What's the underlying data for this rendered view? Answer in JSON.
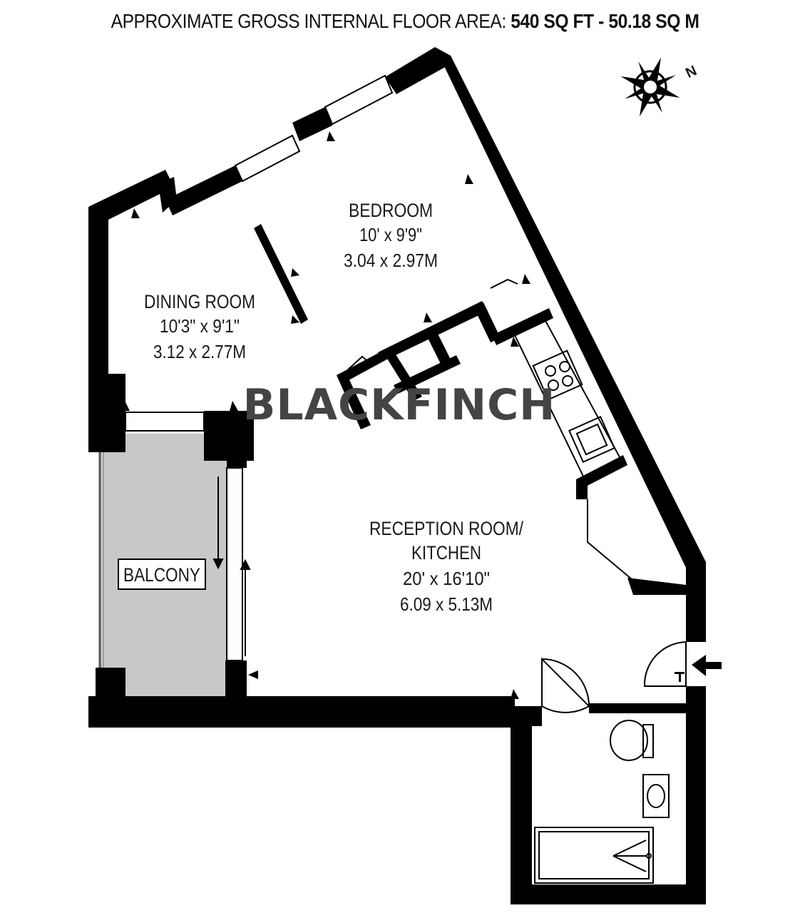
{
  "header": {
    "label": "APPROXIMATE GROSS INTERNAL FLOOR AREA:",
    "sqft": "540 SQ FT",
    "separator": "-",
    "sqm": "50.18 SQ M"
  },
  "compass": {
    "north_label": "N",
    "icon": "compass-rose-icon"
  },
  "watermark": "BLACKFINCH",
  "rooms": {
    "bedroom": {
      "name": "BEDROOM",
      "imperial": "10' x 9'9\"",
      "metric": "3.04 x 2.97M"
    },
    "dining": {
      "name": "DINING ROOM",
      "imperial": "10'3\" x 9'1\"",
      "metric": "3.12 x 2.77M"
    },
    "reception": {
      "name_line1": "RECEPTION ROOM/",
      "name_line2": "KITCHEN",
      "imperial": "20' x 16'10\"",
      "metric": "6.09 x 5.13M"
    },
    "balcony": {
      "name": "BALCONY"
    }
  },
  "colors": {
    "wall": "#000000",
    "balcony_fill": "#c8c8c8",
    "background": "#ffffff"
  },
  "entrance": {
    "icon": "entrance-arrow-icon"
  }
}
